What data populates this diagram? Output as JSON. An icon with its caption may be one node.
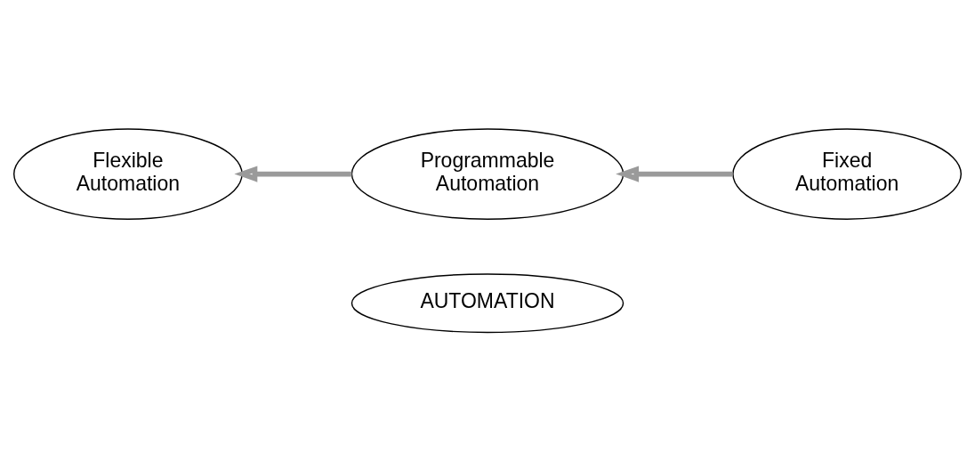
{
  "diagram": {
    "nodes": [
      {
        "text": [
          "AUTOMATION"
        ]
      },
      {
        "text": [
          "Fixed Automation"
        ]
      },
      {
        "text": [
          "Programmable Automation"
        ]
      },
      {
        "text": [
          "Flexible Automation"
        ]
      }
    ],
    "edges": [
      {
        "from": 1,
        "to": 2,
        "arrow": "to"
      },
      {
        "from": 2,
        "to": 3,
        "arrow": "to"
      }
    ]
  }
}
